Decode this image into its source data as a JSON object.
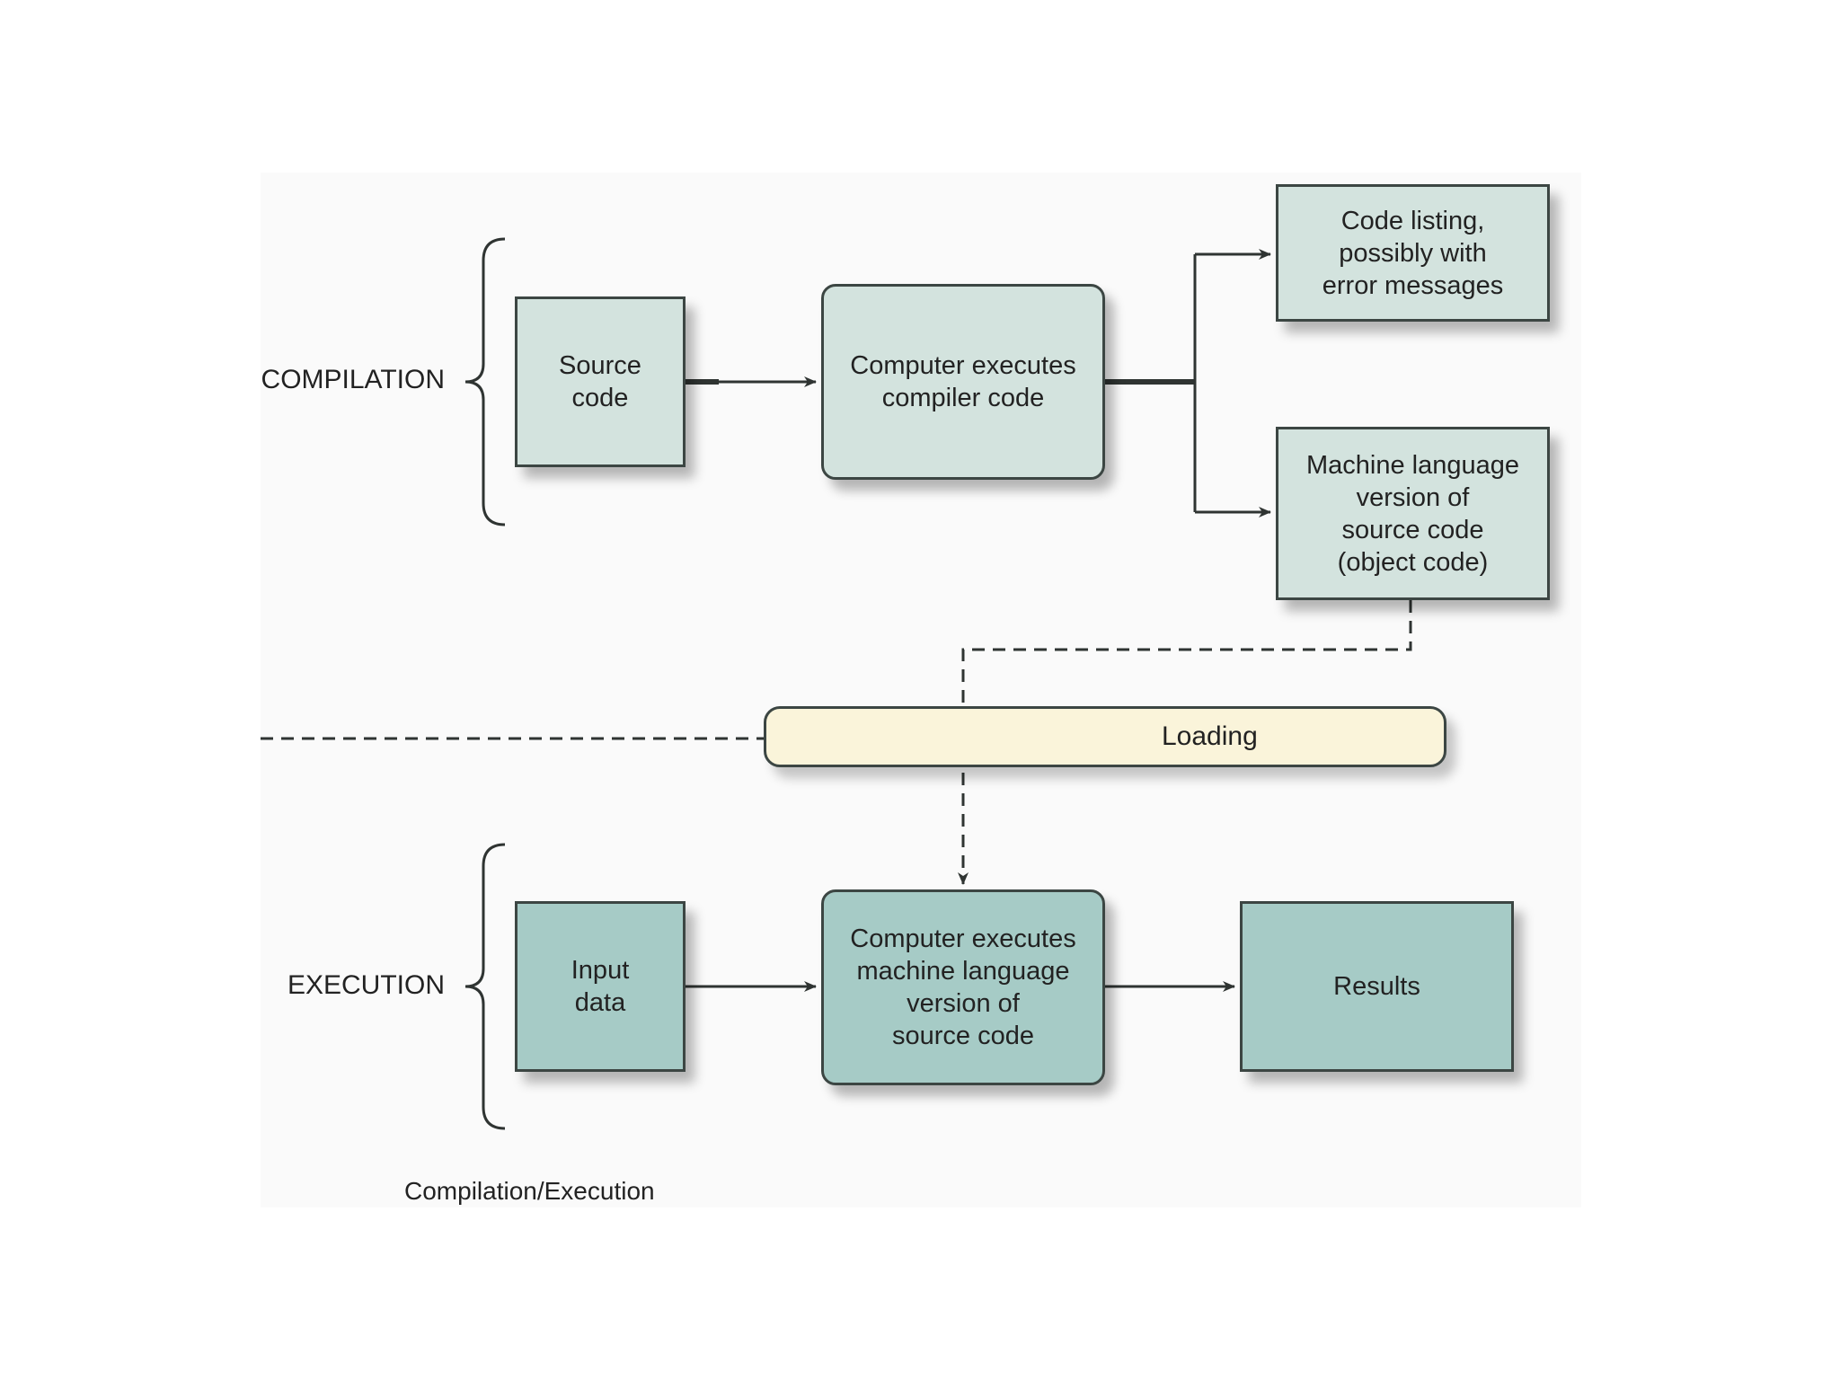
{
  "phases": {
    "compilation": "COMPILATION",
    "execution": "EXECUTION"
  },
  "nodes": {
    "source_code": "Source\ncode",
    "compiler": "Computer executes\ncompiler code",
    "code_listing": "Code listing,\npossibly with\nerror messages",
    "object_code": "Machine language\nversion of\nsource code\n(object code)",
    "loading": "Loading",
    "input_data": "Input\ndata",
    "executes_machine": "Computer executes\nmachine language\nversion of\nsource code",
    "results": "Results"
  },
  "caption": "Compilation/Execution",
  "colors": {
    "light_box": "#d3e3de",
    "dark_box": "#a6cbc6",
    "loading_bar": "#faf4da",
    "line": "#2f3432"
  }
}
